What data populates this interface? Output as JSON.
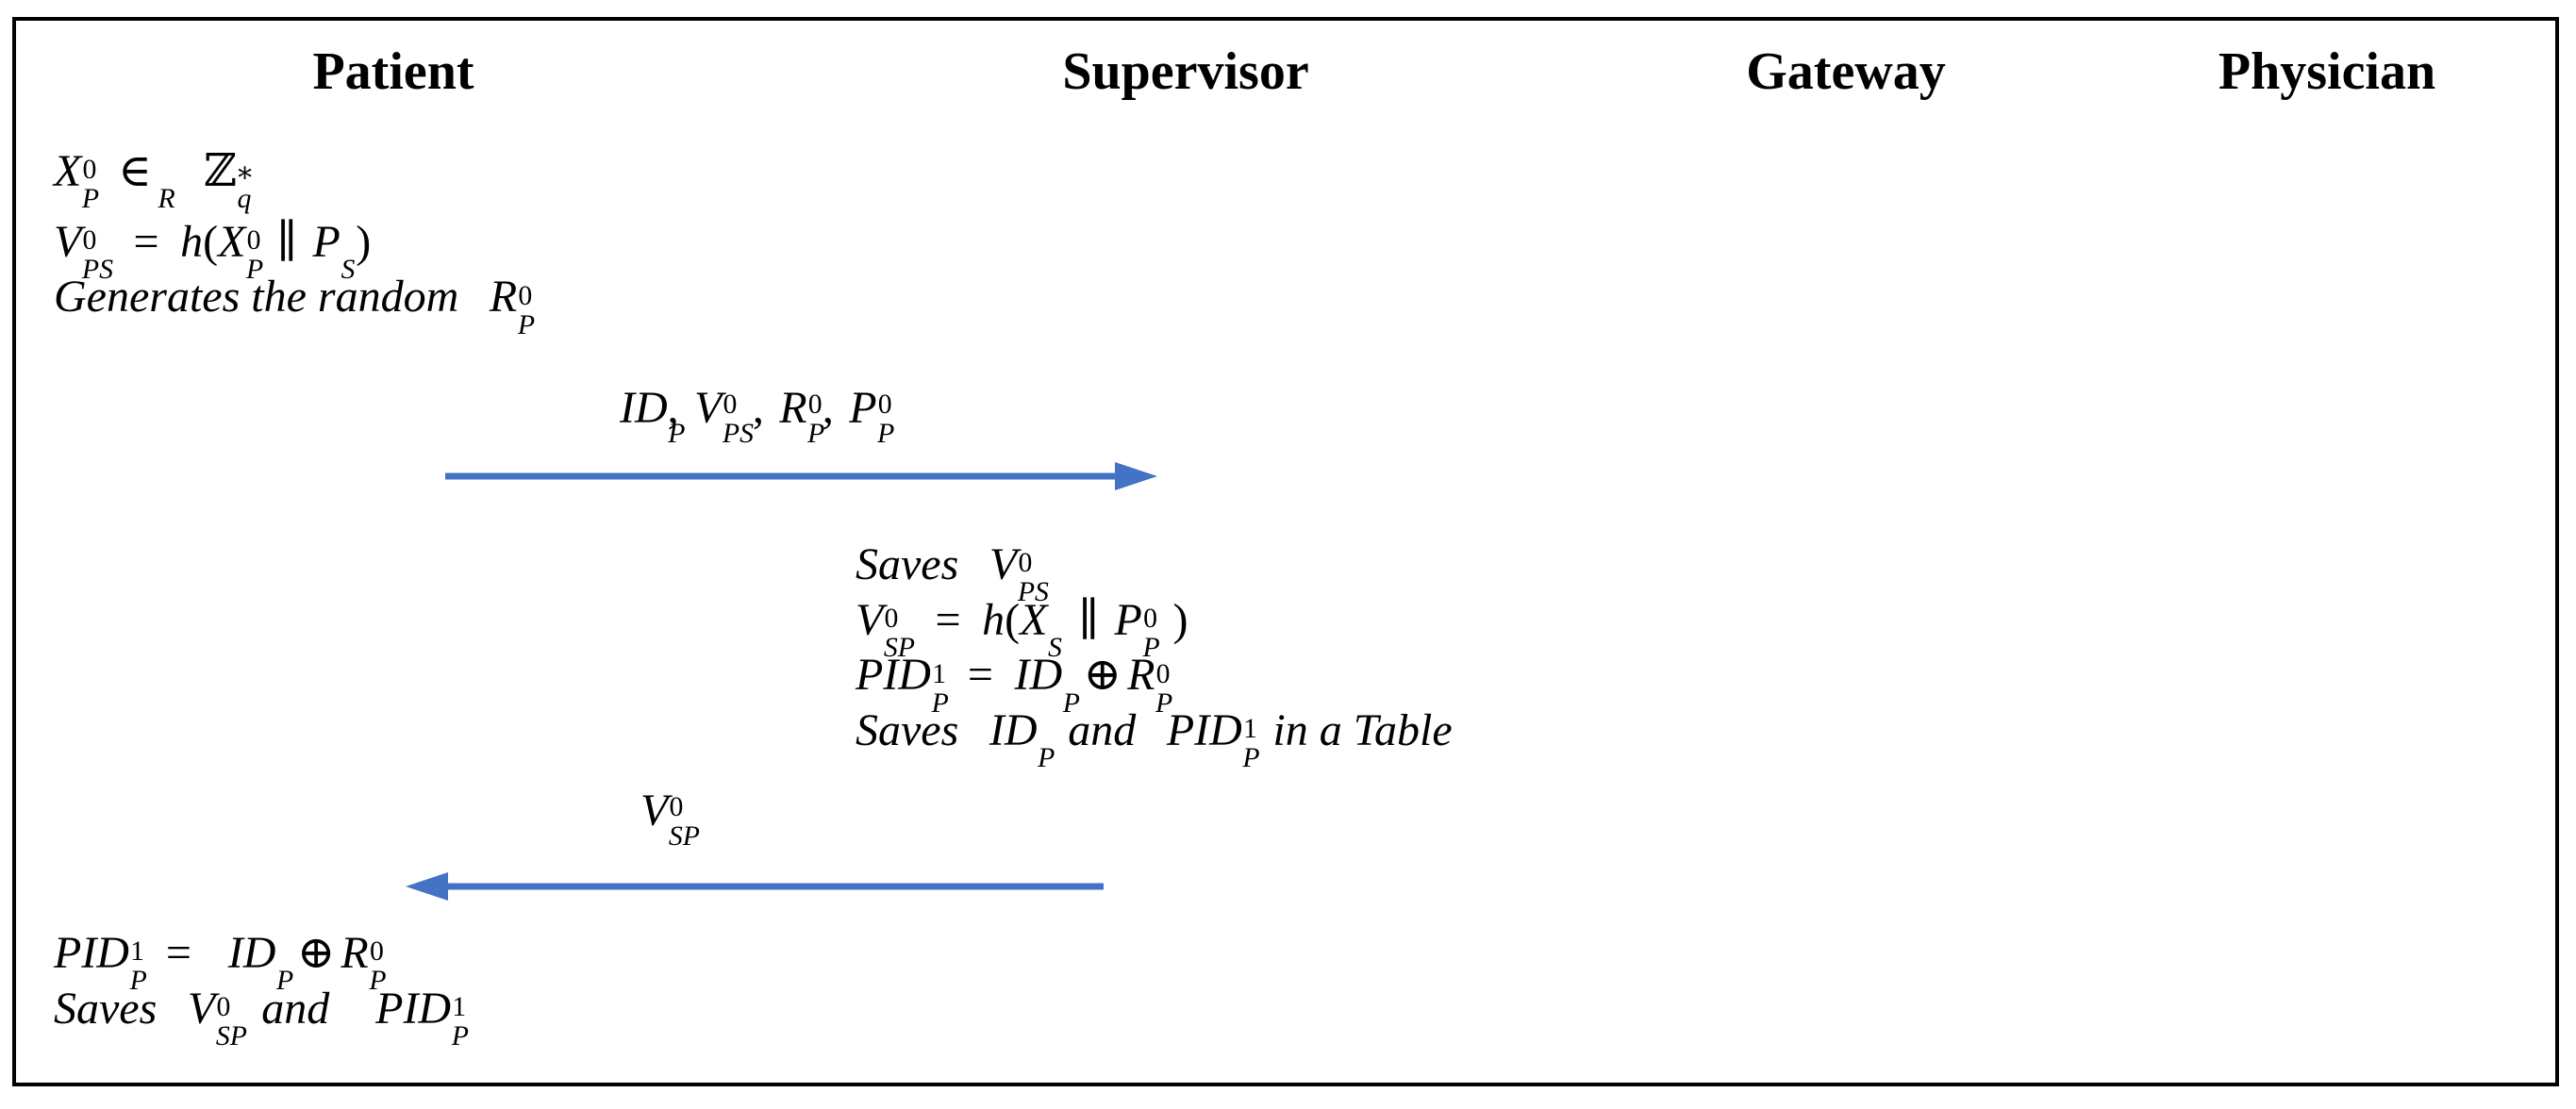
{
  "diagram": {
    "title": "Patient registration / authentication message sequence",
    "type": "sequence-diagram",
    "frame": {
      "border_color": "#000000",
      "background": "#ffffff"
    },
    "arrow_color": "#4472C4"
  },
  "columns": [
    {
      "id": "patient",
      "label": "Patient"
    },
    {
      "id": "supervisor",
      "label": "Supervisor"
    },
    {
      "id": "gateway",
      "label": "Gateway"
    },
    {
      "id": "physician",
      "label": "Physician"
    }
  ],
  "blocks": [
    {
      "id": "patient-init",
      "actor": "patient",
      "lines": [
        "X_P^0 ∈_R ℤ_q^*",
        "V_PS^0 = h(X_P^0 ‖ P_S)",
        "Generates the random  R_P^0"
      ]
    },
    {
      "id": "supervisor-compute",
      "actor": "supervisor",
      "lines": [
        "Saves V_PS^0",
        "V_SP^0 = h(X_S ‖ P_P^0)",
        "PID_P^1 = ID_P ⊕ R_P^0",
        "Saves ID_P and PID_P^1 in a Table"
      ]
    },
    {
      "id": "patient-final",
      "actor": "patient",
      "lines": [
        "PID_P^1 =  ID_P ⊕ R_P^0",
        "Saves V_SP^0 and  PID_P^1"
      ]
    }
  ],
  "messages": [
    {
      "id": "msg-1",
      "label": "ID_P, V_PS^0, R_P^0, P_P^0",
      "from": "patient",
      "to": "supervisor",
      "direction": "right"
    },
    {
      "id": "msg-2",
      "label": "V_SP^0",
      "from": "supervisor",
      "to": "patient",
      "direction": "left"
    }
  ]
}
